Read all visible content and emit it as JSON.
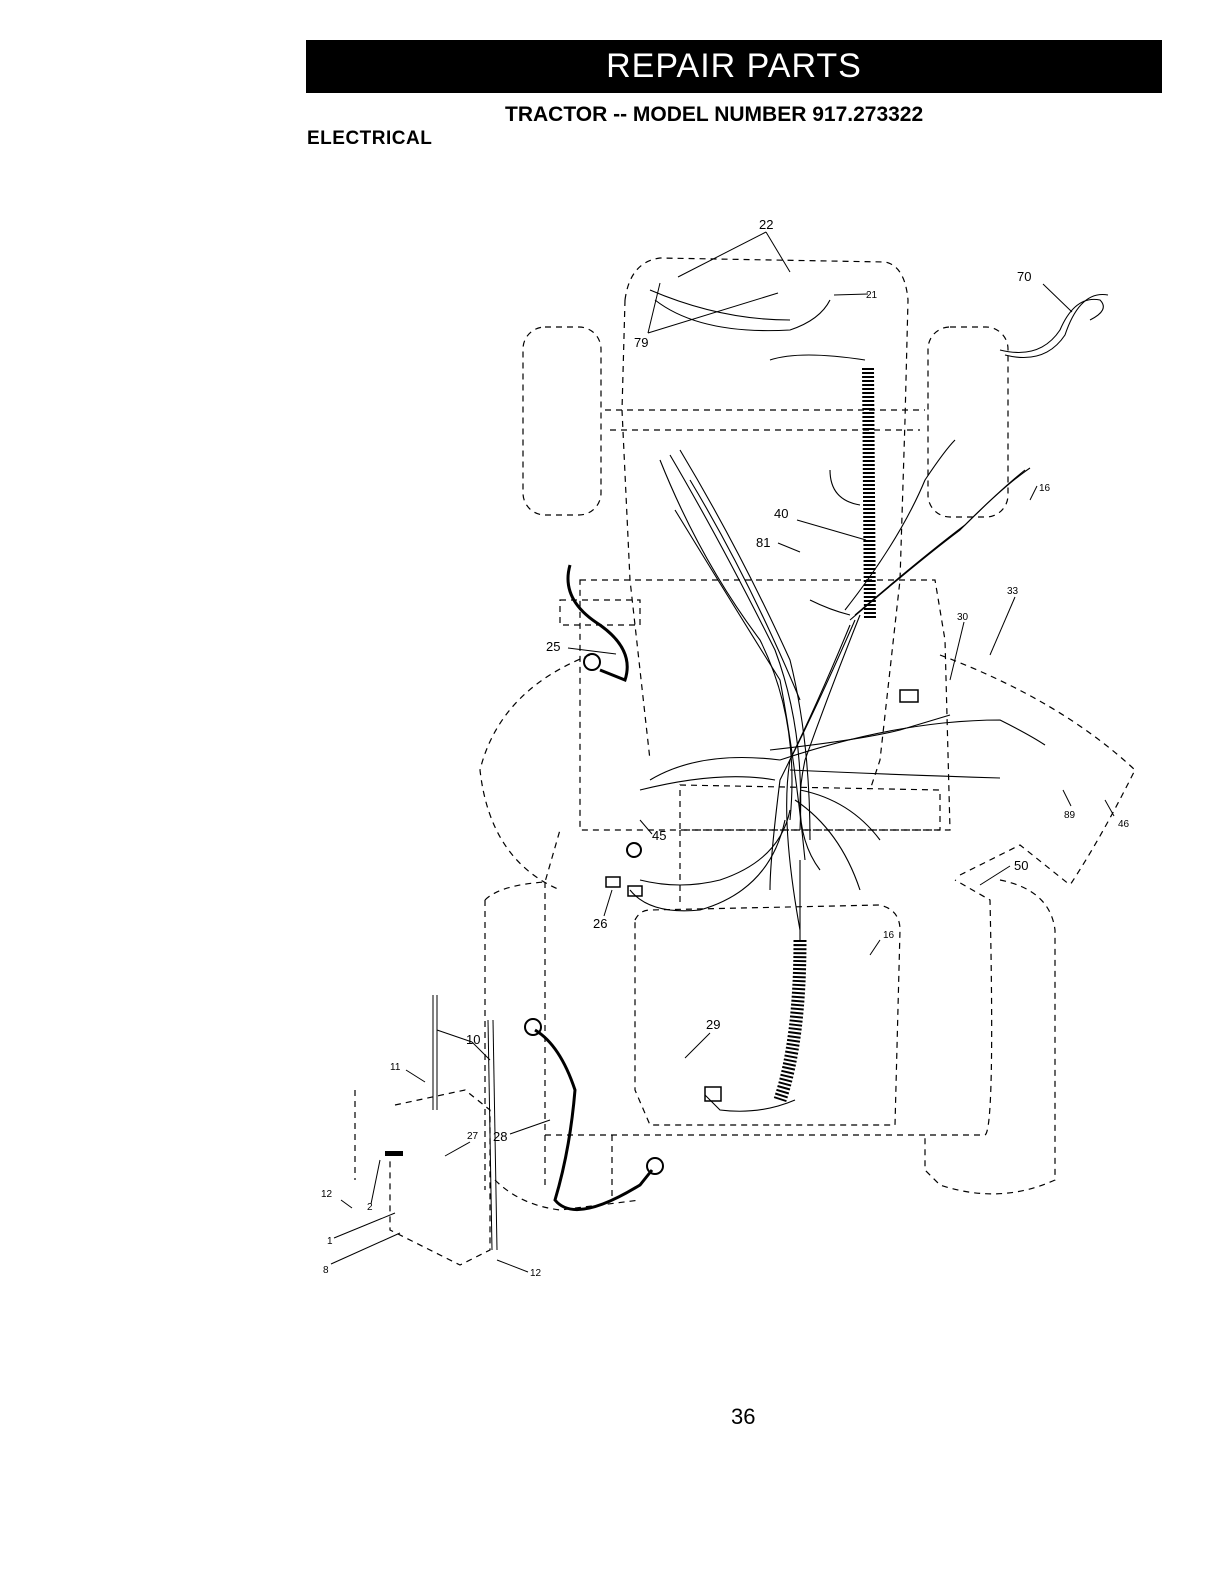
{
  "header": {
    "banner": "REPAIR PARTS",
    "subtitle": "TRACTOR -- MODEL NUMBER 917.273322",
    "section": "ELECTRICAL"
  },
  "callouts": {
    "c22": "22",
    "c21": "21",
    "c79": "79",
    "c70": "70",
    "c16a": "16",
    "c40": "40",
    "c81": "81",
    "c33": "33",
    "c30": "30",
    "c25": "25",
    "c45": "45",
    "c89": "89",
    "c46": "46",
    "c50": "50",
    "c26": "26",
    "c16b": "16",
    "c29": "29",
    "c10": "10",
    "c11": "11",
    "c27": "27",
    "c28": "28",
    "c12a": "12",
    "c2": "2",
    "c1": "1",
    "c8": "8",
    "c12b": "12"
  },
  "footer": {
    "page_number": "36"
  }
}
